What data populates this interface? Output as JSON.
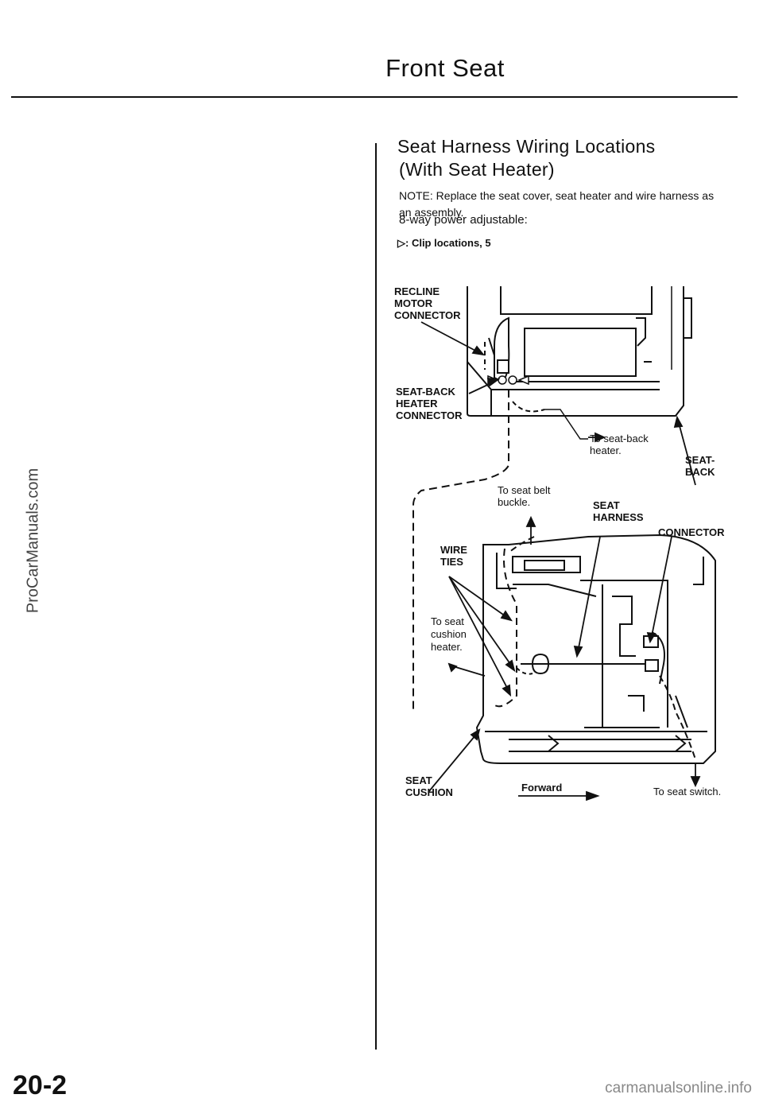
{
  "page": {
    "title": "Front Seat",
    "section_title_line1": "Seat Harness Wiring Locations",
    "section_title_line2": "(With Seat Heater)",
    "note": "NOTE: Replace the seat cover, seat heater and wire harness as an assembly.",
    "subheading": "8-way power adjustable:",
    "legend": "▷: Clip locations, 5",
    "page_number": "20-2",
    "watermark": "ProCarManuals.com",
    "footer_site": "carmanualsonline.info"
  },
  "diagram": {
    "labels": {
      "recline_1": "RECLINE",
      "recline_2": "MOTOR",
      "recline_3": "CONNECTOR",
      "seatback_heater_1": "SEAT-BACK",
      "seatback_heater_2": "HEATER",
      "seatback_heater_3": "CONNECTOR",
      "to_seatback_heater_1": "To seat-back",
      "to_seatback_heater_2": "heater.",
      "seatback_1": "SEAT-",
      "seatback_2": "BACK",
      "to_belt_1": "To seat belt",
      "to_belt_2": "buckle.",
      "harness_1": "SEAT",
      "harness_2": "HARNESS",
      "connector": "CONNECTOR",
      "wire_ties_1": "WIRE",
      "wire_ties_2": "TIES",
      "to_cushion_1": "To seat",
      "to_cushion_2": "cushion",
      "to_cushion_3": "heater.",
      "seat_cushion_1": "SEAT",
      "seat_cushion_2": "CUSHION",
      "forward": "Forward",
      "to_switch": "To seat switch."
    }
  }
}
